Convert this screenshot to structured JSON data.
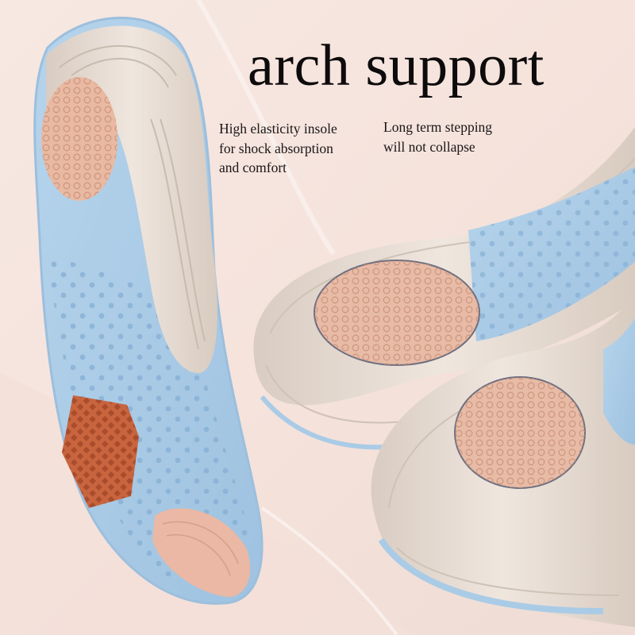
{
  "headline": "arch support",
  "features": [
    {
      "lines": [
        "High elasticity insole",
        "for shock absorption",
        "and comfort"
      ]
    },
    {
      "lines": [
        "Long term stepping",
        "will not collapse"
      ]
    }
  ],
  "product": {
    "subject": "insoles",
    "count_visible": 3,
    "parts": [
      "heel-cup",
      "heel-pad",
      "arch-pad",
      "forefoot-pad",
      "blue-perforated-base"
    ]
  },
  "colors": {
    "background": "#f6e6df",
    "shell": "#e8dcd2",
    "base_blue": "#a9cbe6",
    "heel_pad": "#e9b9a2",
    "arch_pad": "#c8653f",
    "forefoot_pad": "#eab8a4",
    "text": "#0d0b0b"
  }
}
